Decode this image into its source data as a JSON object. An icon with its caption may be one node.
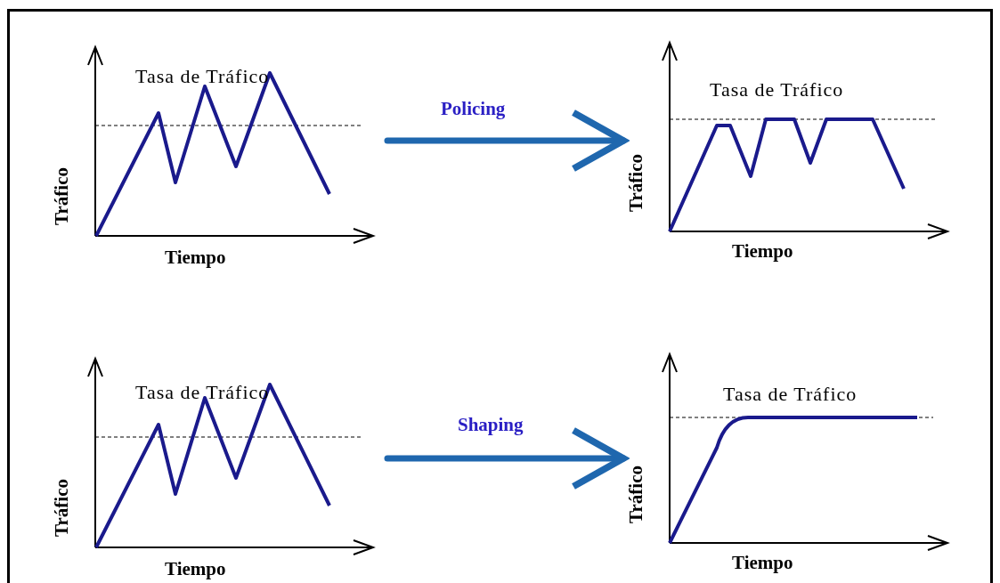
{
  "diagram": {
    "nodes": [
      {
        "text": [
          "Tasa de Tráfico",
          "Tráfico",
          "Tiempo"
        ]
      },
      {
        "text": [
          "Tasa de Tráfico",
          "Tráfico",
          "Tiempo"
        ]
      },
      {
        "text": [
          "Tasa de Tráfico",
          "Tráfico",
          "Tiempo"
        ]
      },
      {
        "text": [
          "Tasa de Tráfico",
          "Tráfico",
          "Tiempo"
        ]
      }
    ],
    "edges": [
      {
        "from": 0,
        "to": 1,
        "label": "Policing",
        "arrow": "to"
      },
      {
        "from": 2,
        "to": 3,
        "label": "Shaping",
        "arrow": "to"
      }
    ]
  }
}
